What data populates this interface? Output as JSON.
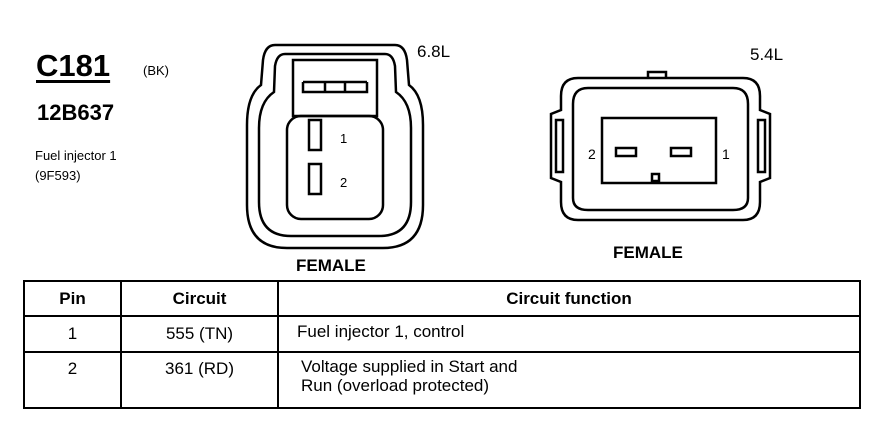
{
  "connector": {
    "id": "C181",
    "color": "(BK)",
    "part_number": "12B637",
    "description_line1": "Fuel injector 1",
    "description_line2": "(9F593)"
  },
  "views": [
    {
      "engine": "6.8L",
      "gender": "FEMALE",
      "pin_labels": [
        "1",
        "2"
      ]
    },
    {
      "engine": "5.4L",
      "gender": "FEMALE",
      "pin_labels": [
        "2",
        "1"
      ]
    }
  ],
  "table": {
    "headers": [
      "Pin",
      "Circuit",
      "Circuit function"
    ],
    "rows": [
      {
        "pin": "1",
        "circuit": "555 (TN)",
        "function_line1": "Fuel injector 1, control",
        "function_line2": ""
      },
      {
        "pin": "2",
        "circuit": "361 (RD)",
        "function_line1": "Voltage supplied in Start and",
        "function_line2": "Run (overload protected)"
      }
    ]
  }
}
